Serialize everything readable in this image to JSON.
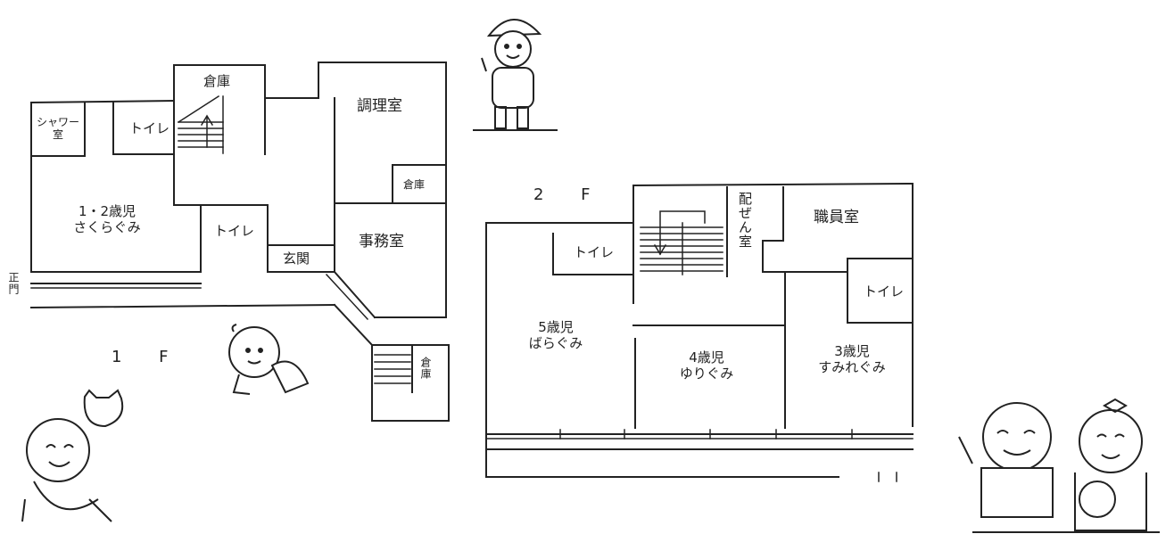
{
  "floors": {
    "first": {
      "label": "1 F",
      "rooms": {
        "storage_top": "倉庫",
        "shower_line1": "シャワー",
        "shower_line2": "室",
        "toilet_left": "トイレ",
        "cooking": "調理室",
        "storage_cooking": "倉庫",
        "class_line1": "1・2歳児",
        "class_line2": "さくらぐみ",
        "toilet_mid": "トイレ",
        "entrance": "玄関",
        "office": "事務室",
        "storage_stair": "倉庫"
      },
      "main_gate": "正門"
    },
    "second": {
      "label": "2 F",
      "rooms": {
        "serving": "配ぜん室",
        "staff": "職員室",
        "toilet_left": "トイレ",
        "toilet_right": "トイレ",
        "age5_line1": "5歳児",
        "age5_line2": "ばらぐみ",
        "age4_line1": "4歳児",
        "age4_line2": "ゆりぐみ",
        "age3_line1": "3歳児",
        "age3_line2": "すみれぐみ"
      }
    }
  },
  "illustrations": [
    "child-with-hat-waving",
    "crawling-baby",
    "child-with-cat",
    "two-children-with-flowers"
  ]
}
